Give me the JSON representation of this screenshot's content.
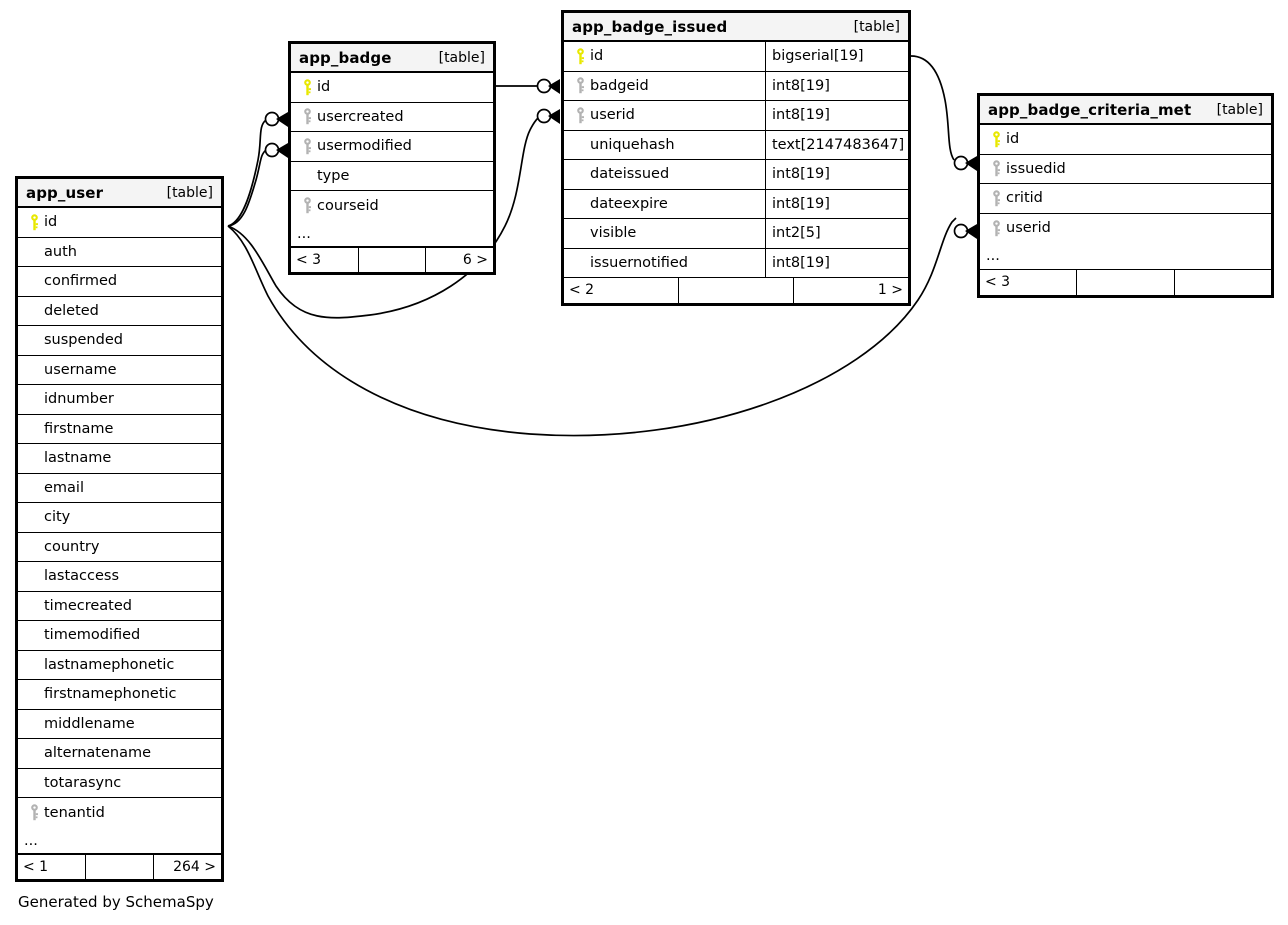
{
  "caption": "Generated by SchemaSpy",
  "table_tag": "[table]",
  "ellipsis": "...",
  "tables": [
    {
      "id": "app_user",
      "name": "app_user",
      "tag": "[table]",
      "columns": [
        {
          "name": "id",
          "key": "primary"
        },
        {
          "name": "auth",
          "key": "none"
        },
        {
          "name": "confirmed",
          "key": "none"
        },
        {
          "name": "deleted",
          "key": "none"
        },
        {
          "name": "suspended",
          "key": "none"
        },
        {
          "name": "username",
          "key": "none"
        },
        {
          "name": "idnumber",
          "key": "none"
        },
        {
          "name": "firstname",
          "key": "none"
        },
        {
          "name": "lastname",
          "key": "none"
        },
        {
          "name": "email",
          "key": "none"
        },
        {
          "name": "city",
          "key": "none"
        },
        {
          "name": "country",
          "key": "none"
        },
        {
          "name": "lastaccess",
          "key": "none"
        },
        {
          "name": "timecreated",
          "key": "none"
        },
        {
          "name": "timemodified",
          "key": "none"
        },
        {
          "name": "lastnamephonetic",
          "key": "none"
        },
        {
          "name": "firstnamephonetic",
          "key": "none"
        },
        {
          "name": "middlename",
          "key": "none"
        },
        {
          "name": "alternatename",
          "key": "none"
        },
        {
          "name": "totarasync",
          "key": "none"
        },
        {
          "name": "tenantid",
          "key": "foreign"
        }
      ],
      "footer": [
        "< 1",
        "",
        "264 >"
      ]
    },
    {
      "id": "app_badge",
      "name": "app_badge",
      "tag": "[table]",
      "columns": [
        {
          "name": "id",
          "key": "primary"
        },
        {
          "name": "usercreated",
          "key": "foreign"
        },
        {
          "name": "usermodified",
          "key": "foreign"
        },
        {
          "name": "type",
          "key": "none"
        },
        {
          "name": "courseid",
          "key": "foreign"
        }
      ],
      "footer": [
        "< 3",
        "",
        "6 >"
      ]
    },
    {
      "id": "app_badge_issued",
      "name": "app_badge_issued",
      "tag": "[table]",
      "columns": [
        {
          "name": "id",
          "key": "primary",
          "type": "bigserial[19]"
        },
        {
          "name": "badgeid",
          "key": "foreign",
          "type": "int8[19]"
        },
        {
          "name": "userid",
          "key": "foreign",
          "type": "int8[19]"
        },
        {
          "name": "uniquehash",
          "key": "none",
          "type": "text[2147483647]"
        },
        {
          "name": "dateissued",
          "key": "none",
          "type": "int8[19]"
        },
        {
          "name": "dateexpire",
          "key": "none",
          "type": "int8[19]"
        },
        {
          "name": "visible",
          "key": "none",
          "type": "int2[5]"
        },
        {
          "name": "issuernotified",
          "key": "none",
          "type": "int8[19]"
        }
      ],
      "footer": [
        "< 2",
        "",
        "1 >"
      ]
    },
    {
      "id": "app_badge_criteria_met",
      "name": "app_badge_criteria_met",
      "tag": "[table]",
      "columns": [
        {
          "name": "id",
          "key": "primary"
        },
        {
          "name": "issuedid",
          "key": "foreign"
        },
        {
          "name": "critid",
          "key": "foreign"
        },
        {
          "name": "userid",
          "key": "foreign"
        }
      ],
      "footer": [
        "< 3",
        "",
        ""
      ]
    }
  ],
  "relationships": [
    {
      "from": "app_user.id",
      "to": "app_badge.usercreated"
    },
    {
      "from": "app_user.id",
      "to": "app_badge.usermodified"
    },
    {
      "from": "app_badge.id",
      "to": "app_badge_issued.badgeid"
    },
    {
      "from": "app_user.id",
      "to": "app_badge_issued.userid"
    },
    {
      "from": "app_badge_issued.id",
      "to": "app_badge_criteria_met.issuedid"
    },
    {
      "from": "app_user.id",
      "to": "app_badge_criteria_met.userid"
    }
  ],
  "colors": {
    "primary_key": "#e8e800",
    "foreign_key": "#b3b3b3",
    "header_bg": "#f4f4f4",
    "border": "#000000",
    "background": "#ffffff"
  }
}
